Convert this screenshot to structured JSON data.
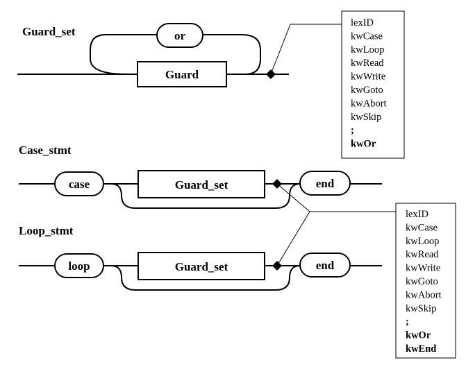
{
  "diagram_title": "Syntax diagrams with follow sets",
  "rules": {
    "guard_set": {
      "name": "Guard_set",
      "loop_terminal": "or",
      "box": "Guard"
    },
    "case_stmt": {
      "name": "Case_stmt",
      "start_terminal": "case",
      "box": "Guard_set",
      "end_terminal": "end"
    },
    "loop_stmt": {
      "name": "Loop_stmt",
      "start_terminal": "loop",
      "box": "Guard_set",
      "end_terminal": "end"
    }
  },
  "follow_set_1": {
    "items": [
      "lexID",
      "kwCase",
      "kwLoop",
      "kwRead",
      "kwWrite",
      "kwGoto",
      "kwAbort",
      "kwSkip",
      ";",
      "kwOr"
    ],
    "bold_items": [
      ";",
      "kwOr"
    ]
  },
  "follow_set_2": {
    "items": [
      "lexID",
      "kwCase",
      "kwLoop",
      "kwRead",
      "kwWrite",
      "kwGoto",
      "kwAbort",
      "kwSkip",
      ";",
      "kwOr",
      "kwEnd"
    ],
    "bold_items": [
      ";",
      "kwOr",
      "kwEnd"
    ]
  },
  "colors": {
    "ink": "#000000",
    "paper": "#ffffff"
  }
}
